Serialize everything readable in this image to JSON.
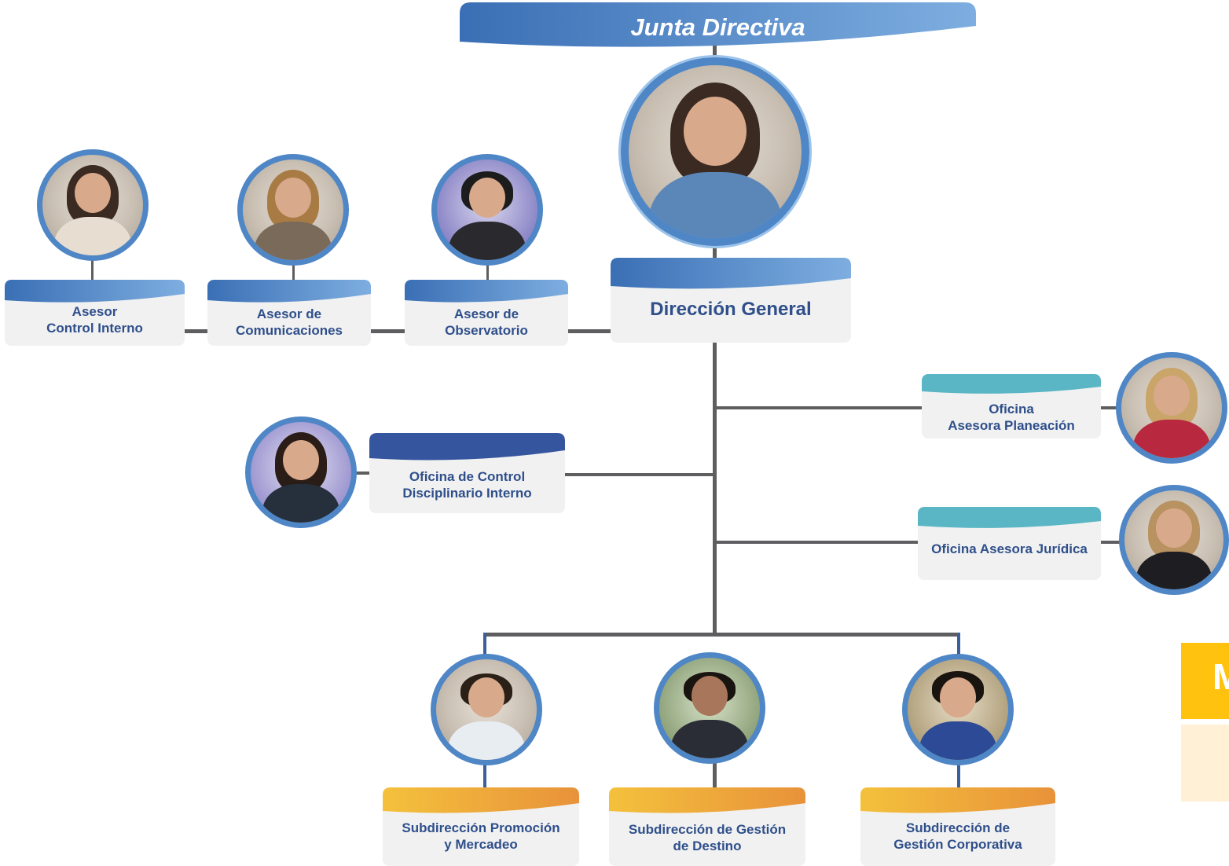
{
  "banner": {
    "title": "Junta Directiva"
  },
  "direccion": {
    "label": "Dirección General"
  },
  "advisors": [
    {
      "label": "Asesor\nControl Interno"
    },
    {
      "label": "Asesor de\nComunicaciones"
    },
    {
      "label": "Asesor de\nObservatorio"
    }
  ],
  "disciplinario": {
    "label": "Oficina de Control\nDisciplinario Interno"
  },
  "planeacion": {
    "label": "Oficina\nAsesora Planeación"
  },
  "juridica": {
    "label": "Oficina Asesora Jurídica"
  },
  "subdirecciones": [
    {
      "label": "Subdirección Promoción\ny  Mercadeo"
    },
    {
      "label": "Subdirección de Gestión\nde Destino"
    },
    {
      "label": "Subdirección de\nGestión Corporativa"
    }
  ],
  "side_tab": {
    "letter": "M"
  },
  "colors": {
    "blue_dark": "#3a6fb5",
    "blue_light": "#7eaee0",
    "navy": "#35569e",
    "teal": "#5ab6c4",
    "orange": "#e8923a",
    "yellow": "#f4c13c",
    "text": "#2f4f8b",
    "gold": "#ffc20e"
  }
}
